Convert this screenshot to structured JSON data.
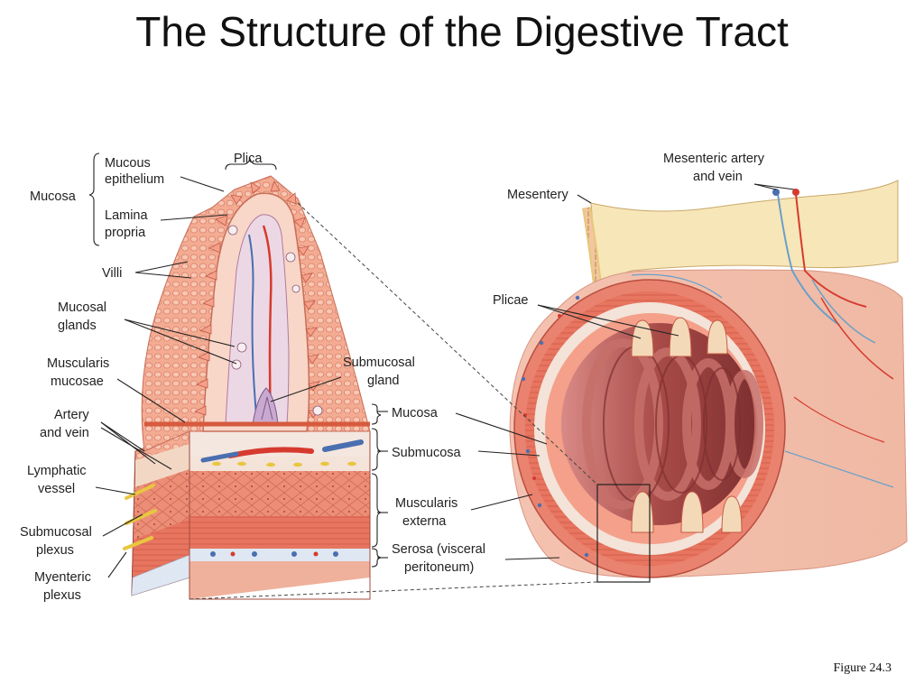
{
  "title": "The Structure of the Digestive Tract",
  "figure_caption": "Figure 24.3",
  "labels": {
    "mucous_epithelium": [
      "Mucous",
      "epithelium"
    ],
    "mucosa_group": "Mucosa",
    "lamina_propria": [
      "Lamina",
      "propria"
    ],
    "plica": "Plica",
    "villi": "Villi",
    "mucosal_glands": [
      "Mucosal",
      "glands"
    ],
    "muscularis_mucosae": [
      "Muscularis",
      "mucosae"
    ],
    "artery_and_vein": [
      "Artery",
      "and vein"
    ],
    "lymphatic_vessel": [
      "Lymphatic",
      "vessel"
    ],
    "submucosal_plexus": [
      "Submucosal",
      "plexus"
    ],
    "myenteric_plexus": [
      "Myenteric",
      "plexus"
    ],
    "submucosal_gland": [
      "Submucosal",
      "gland"
    ],
    "layer_mucosa": "Mucosa",
    "layer_submucosa": "Submucosa",
    "layer_muscularis_externa": [
      "Muscularis",
      "externa"
    ],
    "layer_serosa": [
      "Serosa (visceral",
      "peritoneum)"
    ],
    "mesentery": "Mesentery",
    "mesenteric_artery_vein": [
      "Mesenteric artery",
      "and vein"
    ],
    "plicae": "Plicae"
  },
  "colors": {
    "muscle": "#e9826f",
    "muscle_dark": "#c9574a",
    "mucosa_pink": "#f4b8a8",
    "submucosa": "#f3e3d8",
    "lumen": "#b85a55",
    "mesentery": "#f7e6b8",
    "serosa": "#dfe7f2",
    "artery": "#d63a2e",
    "vein": "#4a6fb0",
    "nerve": "#e9c640"
  }
}
